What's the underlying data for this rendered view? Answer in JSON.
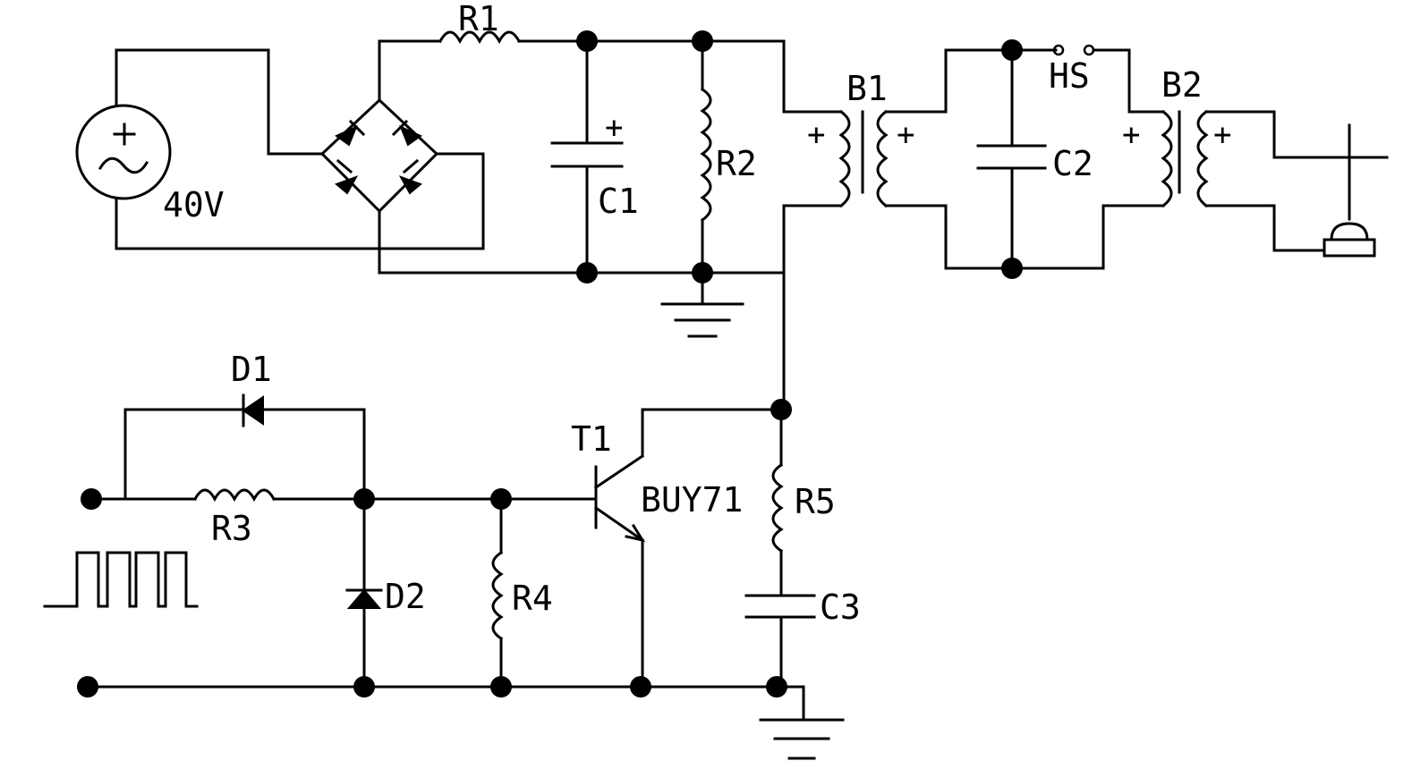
{
  "labels": {
    "source_voltage": "40V",
    "r1": "R1",
    "r2": "R2",
    "r3": "R3",
    "r4": "R4",
    "r5": "R5",
    "c1": "C1",
    "c2": "C2",
    "c3": "C3",
    "b1": "B1",
    "b2": "B2",
    "hs": "HS",
    "d1": "D1",
    "d2": "D2",
    "t1": "T1",
    "transistor_model": "BUY71"
  },
  "symbols": {
    "plus": "+",
    "source_icon": "ac-source-icon",
    "ground_icon": "ground-icon",
    "spark_gap_icon": "spark-gap-icon",
    "pulse_icon": "square-wave-icon"
  }
}
